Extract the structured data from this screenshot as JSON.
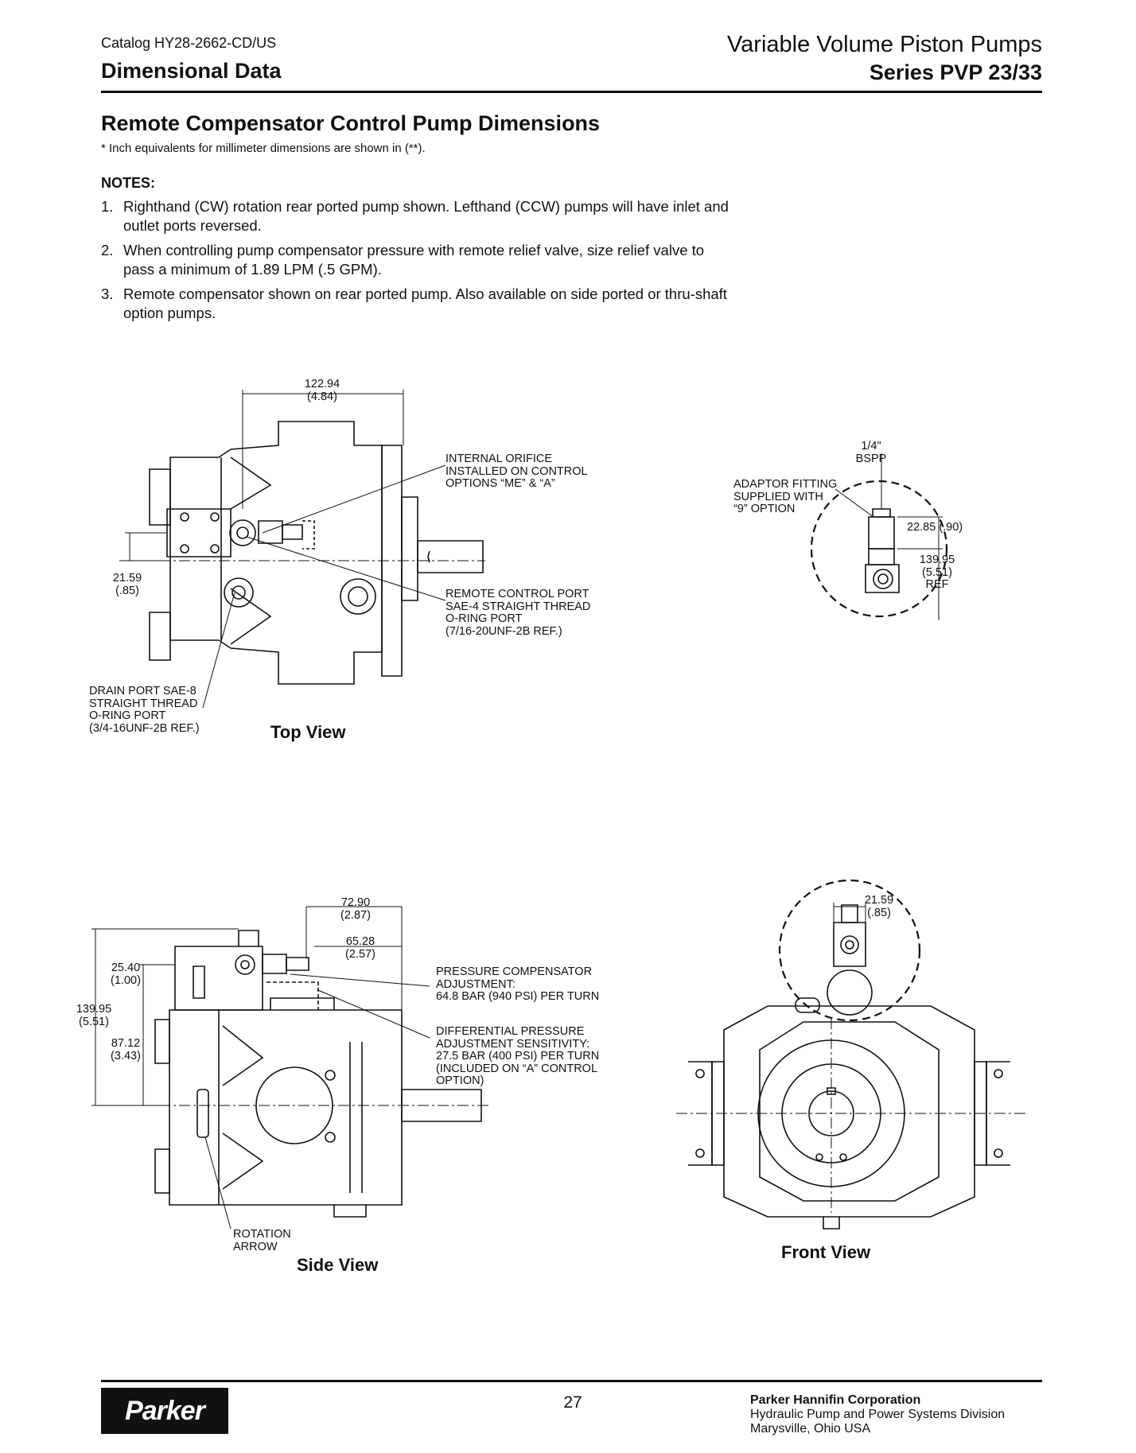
{
  "header": {
    "catalog": "Catalog HY28-2662-CD/US",
    "section": "Dimensional Data",
    "title": "Variable Volume Piston Pumps",
    "series": "Series PVP 23/33"
  },
  "heading": "Remote Compensator Control Pump Dimensions",
  "subheading": "* Inch equivalents for millimeter dimensions are shown in (**).",
  "notes_heading": "NOTES:",
  "notes": [
    {
      "num": "1.",
      "text": "Righthand (CW) rotation rear ported pump shown. Lefthand (CCW) pumps will have inlet and outlet ports reversed."
    },
    {
      "num": "2.",
      "text": "When controlling pump compensator pressure with remote relief valve, size relief valve to pass a minimum of 1.89 LPM (.5 GPM)."
    },
    {
      "num": "3.",
      "text": "Remote compensator shown on rear ported pump. Also available on side ported or thru-shaft option pumps."
    }
  ],
  "top_view": {
    "title": "Top View",
    "dim_width": "122.94\n(4.84)",
    "dim_height": "21.59\n(.85)",
    "callout_orifice": "INTERNAL ORIFICE\nINSTALLED ON CONTROL\nOPTIONS “ME” & “A”",
    "callout_remote": "REMOTE CONTROL PORT\nSAE-4 STRAIGHT THREAD\nO-RING PORT\n(7/16-20UNF-2B REF.)",
    "callout_drain": "DRAIN PORT SAE-8\nSTRAIGHT THREAD\nO-RING PORT\n(3/4-16UNF-2B REF.)"
  },
  "adaptor": {
    "bspp": "1/4\"\nBSPP",
    "callout": "ADAPTOR FITTING\nSUPPLIED WITH\n“9” OPTION",
    "dim_a": "22.85 (.90)",
    "dim_b": "139.95\n(5.51)\nREF"
  },
  "side_view": {
    "title": "Side View",
    "dim_7290": "72.90\n(2.87)",
    "dim_6528": "65.28\n(2.57)",
    "dim_2540": "25.40\n(1.00)",
    "dim_13995": "139.95\n(5.51)",
    "dim_8712": "87.12\n(3.43)",
    "callout_pc": "PRESSURE COMPENSATOR\nADJUSTMENT:\n64.8 BAR (940 PSI) PER TURN",
    "callout_dp": "DIFFERENTIAL PRESSURE\nADJUSTMENT SENSITIVITY:\n27.5 BAR (400 PSI) PER TURN\n(INCLUDED ON “A” CONTROL\nOPTION)",
    "callout_rot": "ROTATION\nARROW"
  },
  "front_view": {
    "title": "Front View",
    "dim": "21.59\n(.85)"
  },
  "footer": {
    "page": "27",
    "company": "Parker Hannifin Corporation",
    "division": "Hydraulic Pump and Power Systems Division",
    "location": "Marysville, Ohio USA",
    "logo": "Parker"
  }
}
